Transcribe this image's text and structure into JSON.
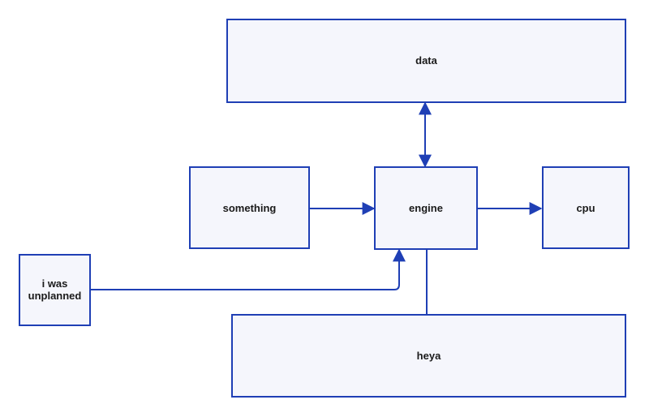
{
  "diagram": {
    "colors": {
      "stroke": "#1f3fb5",
      "fill": "#f5f6fc",
      "text": "#1a1a1a"
    },
    "nodes": {
      "data": "data",
      "something": "something",
      "engine": "engine",
      "cpu": "cpu",
      "unplanned_line1": "i was",
      "unplanned_line2": "unplanned",
      "heya": "heya"
    },
    "edges": [
      {
        "from": "engine",
        "to": "data",
        "bidirectional": true
      },
      {
        "from": "something",
        "to": "engine"
      },
      {
        "from": "engine",
        "to": "cpu"
      },
      {
        "from": "i was unplanned",
        "to": "engine"
      },
      {
        "from": "engine",
        "to": "heya",
        "arrow": false
      }
    ]
  }
}
